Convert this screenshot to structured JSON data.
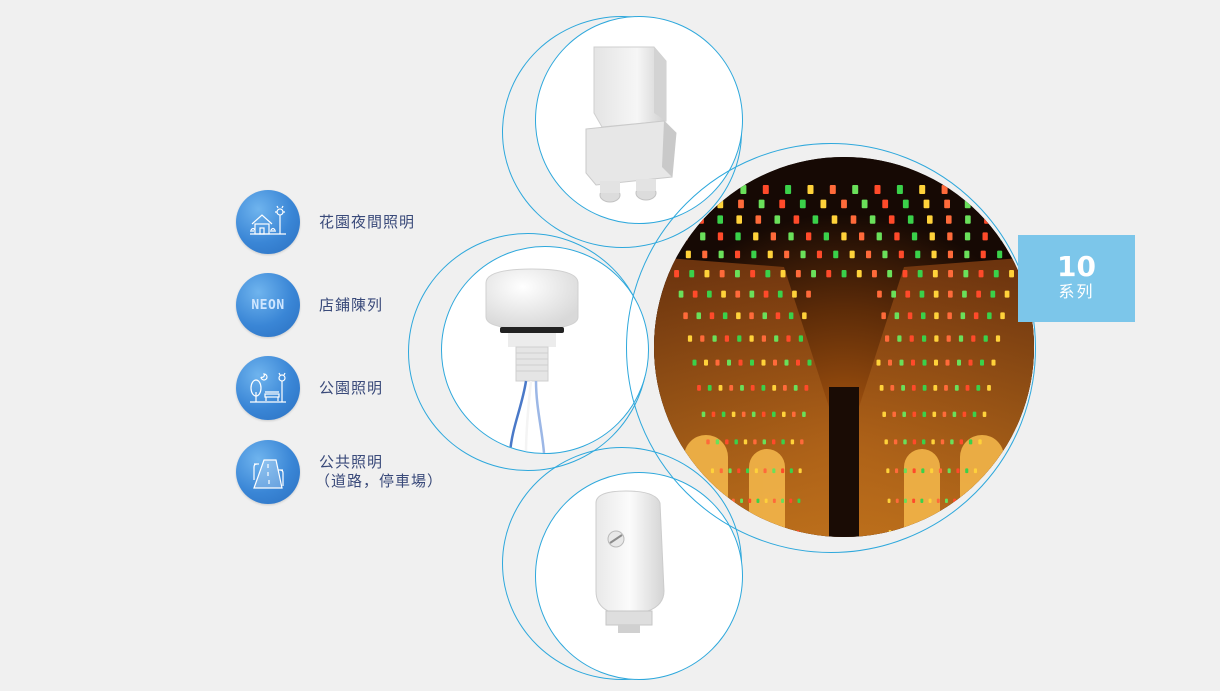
{
  "applications": [
    {
      "icon": "garden-house-icon",
      "label": "花園夜間照明"
    },
    {
      "icon": "neon-sign-icon",
      "icon_text": "NEON",
      "label": "店鋪陳列"
    },
    {
      "icon": "park-bench-icon",
      "label": "公園照明"
    },
    {
      "icon": "street-light-icon",
      "label": "公共照明",
      "label_line2": "（道路，停車場）"
    }
  ],
  "products": [
    {
      "icon": "box-sensor-icon"
    },
    {
      "icon": "dome-sensor-icon"
    },
    {
      "icon": "compact-sensor-icon"
    }
  ],
  "series": {
    "number": "10",
    "label": "系列"
  },
  "colors": {
    "accent_blue": "#2ea8dc",
    "badge_blue": "#7cc6ea",
    "icon_blue": "#3a86d6",
    "label_text": "#3a4a7a"
  }
}
